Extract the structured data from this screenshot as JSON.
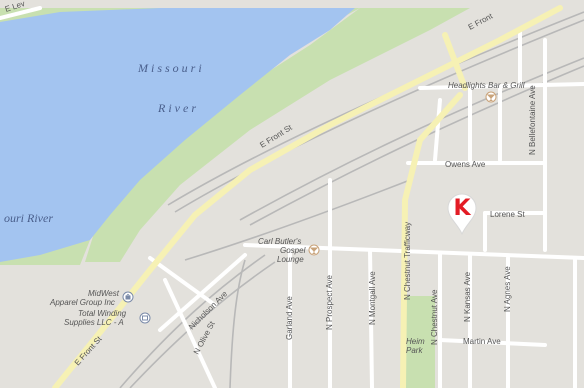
{
  "colors": {
    "land": "#e3e1dc",
    "water": "#a3c4f0",
    "park": "#c8e0b0",
    "road": "#ffffff",
    "highway": "#f6f1b4",
    "rail": "#b8b8b8",
    "marker": "#e31c25",
    "label": "#555555",
    "water_label": "#4a5f8c"
  },
  "water": {
    "name_line1": "Missouri",
    "name_line2": "River",
    "name_edge": "ouri River"
  },
  "roads": {
    "e_front_st_upper": "E Front",
    "e_front_st_mid": "E Front St",
    "e_front_st_lower": "E Front St",
    "owens_ave": "Owens Ave",
    "lorene_st": "Lorene St",
    "n_bellefontaine_ave": "N Bellefontaine Ave",
    "n_chestnut_trafficway": "N Chestnut Trafficway",
    "n_chestnut_ave": "N Chestnut Ave",
    "n_kansas_ave": "N Kansas Ave",
    "n_agnes_ave": "N Agnes Ave",
    "martin_ave": "Martin Ave",
    "n_montgall_ave": "N Montgall Ave",
    "n_prospect_ave": "N Prospect Ave",
    "garland_ave": "Garland Ave",
    "n_olive_st": "N Olive St",
    "nicholson_ave": "Nicholson Ave",
    "e_lev": "E Lev"
  },
  "pois": {
    "headlights": "Headlights Bar & Grill",
    "carl_butlers_line1": "Carl Butler's",
    "carl_butlers_line2": "Gospel",
    "carl_butlers_line3": "Lounge",
    "midwest_line1": "MidWest",
    "midwest_line2": "Apparel Group Inc",
    "total_winding_line1": "Total Winding",
    "total_winding_line2": "Supplies LLC - A",
    "heim_park_line1": "Heim",
    "heim_park_line2": "Park"
  },
  "marker": {
    "letter": "K"
  },
  "icons": {
    "bar_icon": "cocktail-icon",
    "lounge_icon": "cocktail-icon",
    "shop_icon": "shopping-bag-icon",
    "business_icon": "storefront-icon"
  }
}
